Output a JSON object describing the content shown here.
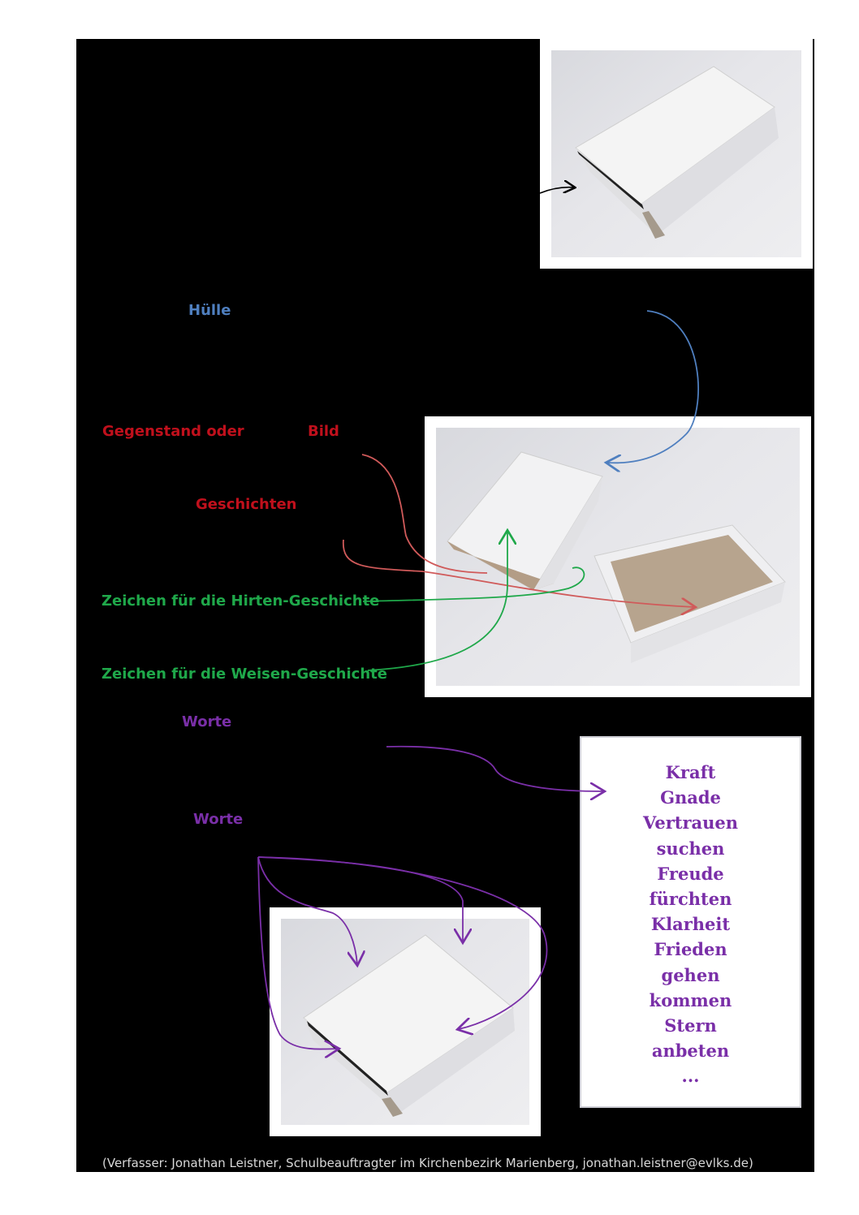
{
  "labels": {
    "huelle": "Hülle",
    "gegenstand": "Gegenstand oder",
    "bild": "Bild",
    "geschichten": "Geschichten",
    "hirten": "Zeichen für die Hirten-Geschichte",
    "weisen": "Zeichen für die Weisen-Geschichte",
    "worte1": "Worte",
    "worte2": "Worte"
  },
  "words": [
    "Kraft",
    "Gnade",
    "Vertrauen",
    "suchen",
    "Freude",
    "fürchten",
    "Klarheit",
    "Frieden",
    "gehen",
    "kommen",
    "Stern",
    "anbeten",
    "..."
  ],
  "footer": "(Verfasser: Jonathan Leistner, Schulbeauftragter im Kirchenbezirk  Marienberg, jonathan.leistner@evlks.de)",
  "colors": {
    "background": "#000000",
    "blue": "#4f7fbf",
    "red": "#c0101c",
    "green": "#1fa84a",
    "purple": "#7a2fa8"
  }
}
